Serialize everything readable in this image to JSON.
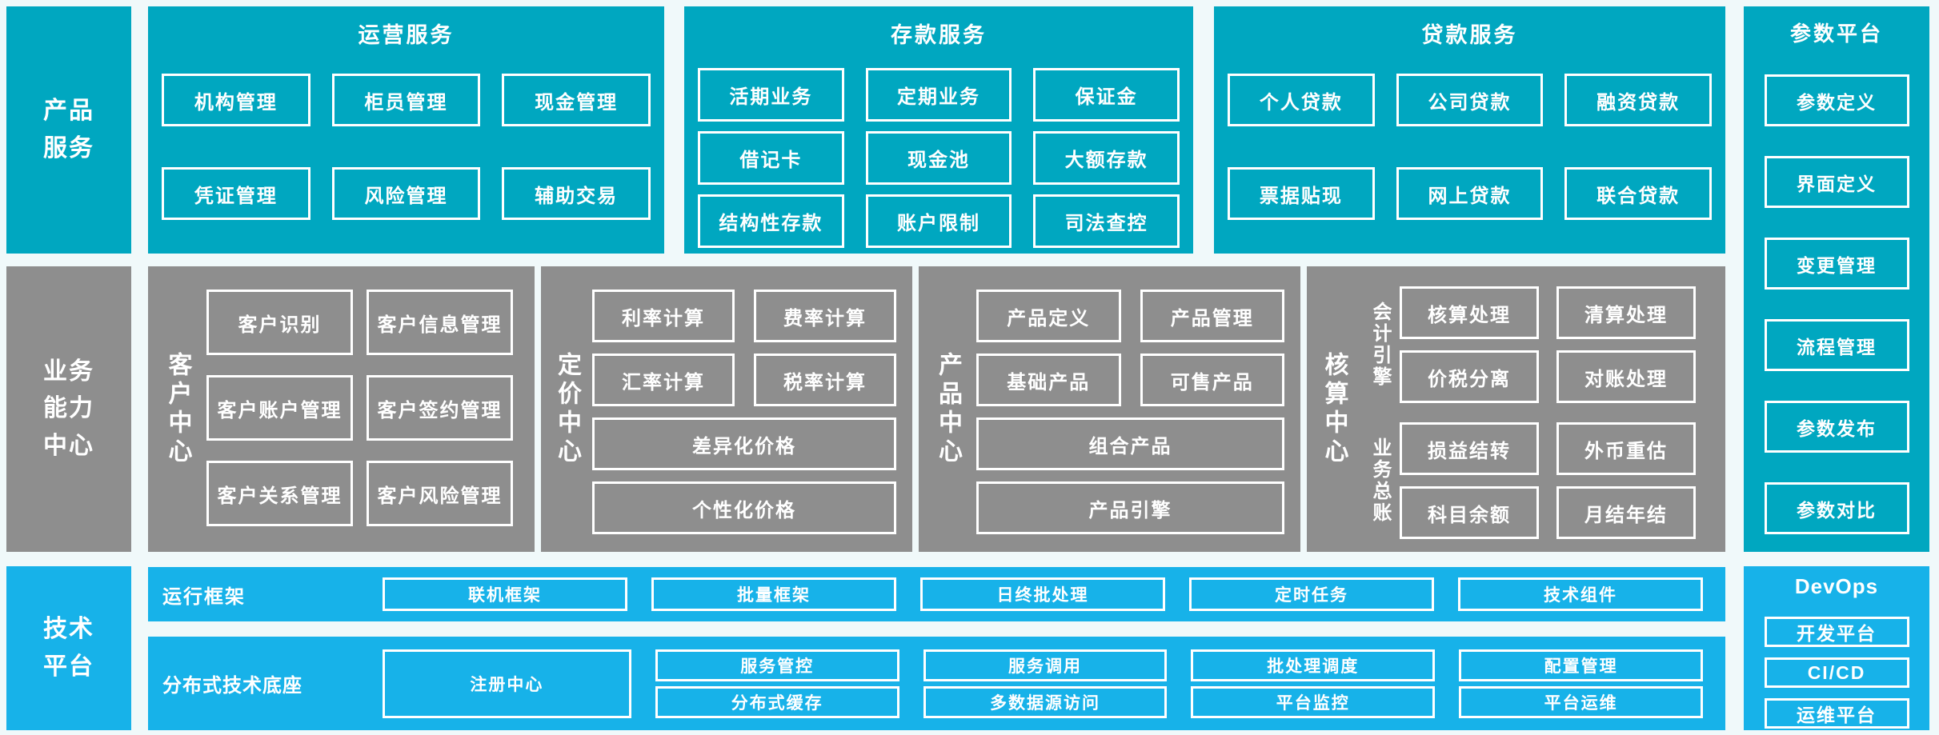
{
  "palette": {
    "teal": "#00a7c0",
    "gray": "#8e8e8e",
    "blue": "#17b2e9",
    "background": "#f0f9fa",
    "text": "#ffffff"
  },
  "sidebar": {
    "product_services": "产品\n服务",
    "business_capability": "业务\n能力\n中心",
    "tech_platform": "技术\n平台"
  },
  "top_row": {
    "operations": {
      "title": "运营服务",
      "boxes": [
        "机构管理",
        "柜员管理",
        "现金管理",
        "凭证管理",
        "风险管理",
        "辅助交易"
      ]
    },
    "deposits": {
      "title": "存款服务",
      "boxes": [
        "活期业务",
        "定期业务",
        "保证金",
        "借记卡",
        "现金池",
        "大额存款",
        "结构性存款",
        "账户限制",
        "司法查控"
      ]
    },
    "loans": {
      "title": "贷款服务",
      "boxes": [
        "个人贷款",
        "公司贷款",
        "融资贷款",
        "票据贴现",
        "网上贷款",
        "联合贷款"
      ]
    }
  },
  "param_platform": {
    "title": "参数平台",
    "boxes": [
      "参数定义",
      "界面定义",
      "变更管理",
      "流程管理",
      "参数发布",
      "参数对比"
    ]
  },
  "capability_row": {
    "customer_center": {
      "label": "客户中心",
      "boxes": [
        "客户识别",
        "客户信息管理",
        "客户账户管理",
        "客户签约管理",
        "客户关系管理",
        "客户风险管理"
      ]
    },
    "pricing_center": {
      "label": "定价中心",
      "boxes": [
        "利率计算",
        "费率计算",
        "汇率计算",
        "税率计算"
      ],
      "wide": [
        "差异化价格",
        "个性化价格"
      ]
    },
    "product_center": {
      "label": "产品中心",
      "boxes": [
        "产品定义",
        "产品管理",
        "基础产品",
        "可售产品"
      ],
      "wide": [
        "组合产品",
        "产品引擎"
      ]
    },
    "accounting_center": {
      "label": "核算中心",
      "groups": [
        {
          "label": "会计引擎",
          "boxes": [
            "核算处理",
            "清算处理",
            "价税分离",
            "对账处理"
          ]
        },
        {
          "label": "业务总账",
          "boxes": [
            "损益结转",
            "外币重估",
            "科目余额",
            "月结年结"
          ]
        }
      ]
    }
  },
  "tech_row": {
    "runtime": {
      "label": "运行框架",
      "boxes": [
        "联机框架",
        "批量框架",
        "日终批处理",
        "定时任务",
        "技术组件"
      ]
    },
    "distributed": {
      "label": "分布式技术底座",
      "registry": "注册中心",
      "pairs": [
        [
          "服务管控",
          "分布式缓存"
        ],
        [
          "服务调用",
          "多数据源访问"
        ],
        [
          "批处理调度",
          "平台监控"
        ],
        [
          "配置管理",
          "平台运维"
        ]
      ]
    },
    "devops": {
      "title": "DevOps",
      "boxes": [
        "开发平台",
        "CI/CD",
        "运维平台"
      ]
    }
  }
}
